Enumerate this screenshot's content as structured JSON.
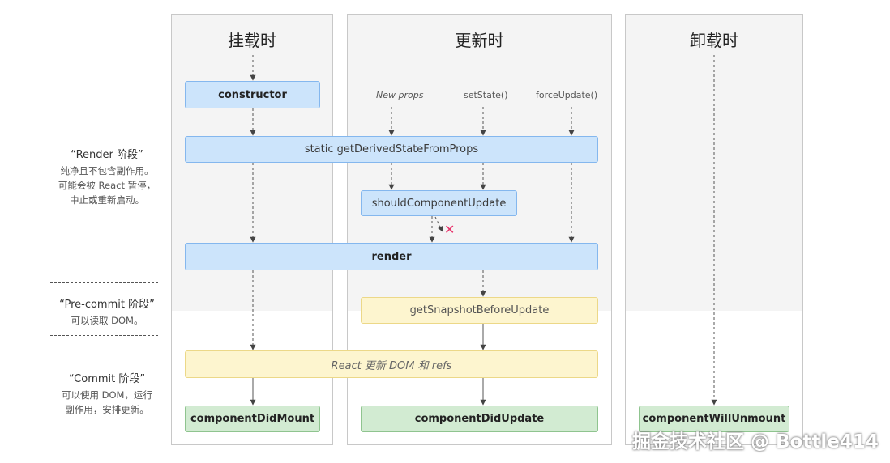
{
  "columns": {
    "mount": "挂载时",
    "update": "更新时",
    "unmount": "卸载时"
  },
  "phases": {
    "render": {
      "title": "“Render 阶段”",
      "desc": [
        "纯净且不包含副作用。",
        "可能会被 React 暂停，",
        "中止或重新启动。"
      ]
    },
    "precommit": {
      "title": "“Pre-commit 阶段”",
      "desc": [
        "可以读取 DOM。"
      ]
    },
    "commit": {
      "title": "“Commit 阶段”",
      "desc": [
        "可以使用 DOM，运行",
        "副作用，安排更新。"
      ]
    }
  },
  "triggers": {
    "new_props": "New props",
    "set_state": "setState()",
    "force_update": "forceUpdate()"
  },
  "boxes": {
    "constructor": "constructor",
    "gdsfp": "static getDerivedStateFromProps",
    "scu": "shouldComponentUpdate",
    "render": "render",
    "gsbu": "getSnapshotBeforeUpdate",
    "react_update": "React 更新 DOM 和 refs",
    "cdm": "componentDidMount",
    "cdu": "componentDidUpdate",
    "cwu": "componentWillUnmount"
  },
  "cancel_mark": "✕",
  "watermark": "掘金技术社区 @ Bottle414",
  "colors": {
    "blue_fill": "#cce4fb",
    "yellow_fill": "#fdf5cf",
    "green_fill": "#d2ebd2",
    "cancel": "#e8336b"
  }
}
